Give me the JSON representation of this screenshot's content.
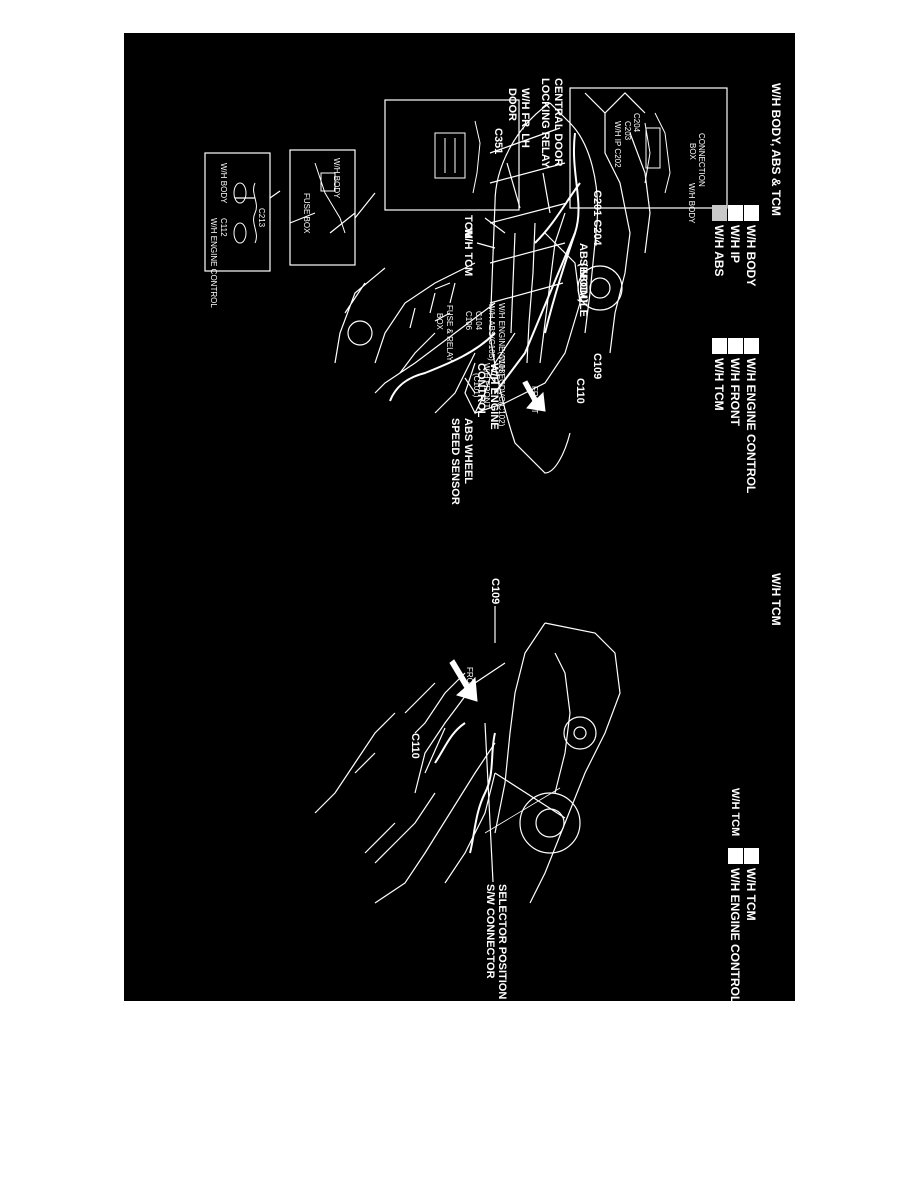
{
  "left_section": {
    "title": "W/H BODY, ABS & TCM",
    "legend": [
      {
        "label": "W/H BODY",
        "swatch": "#ffffff"
      },
      {
        "label": "W/H IP",
        "swatch": "#ffffff"
      },
      {
        "label": "W/H ABS",
        "swatch": "#c8c8c8"
      },
      {
        "label": "W/H ENGINE CONTROL",
        "swatch": "#ffffff"
      },
      {
        "label": "W/H FRONT",
        "swatch": "#ffffff"
      },
      {
        "label": "W/H TCM",
        "swatch": "#ffffff"
      }
    ],
    "callouts": {
      "central_door": "CENTRAL DOOR",
      "locking_relay": "LOCKING RELAY",
      "wh_fr_lh": "W/H FR. LH",
      "door": "DOOR",
      "c351": "C351",
      "c201_c204": "C201 C204",
      "tcm": "TCM",
      "wh_tcm": "W/H TCM",
      "abs_module": "ABS MODULE",
      "ebcm": "(EBCM)",
      "c109": "C109",
      "c110": "C110",
      "wh_engine": "W/H ENGINE",
      "control": "CONTROL",
      "abs_wheel": "ABS WHEEL",
      "speed_sensor": "SPEED SENSOR"
    },
    "inset_connection": {
      "title_1": "CONNECTION",
      "title_2": "BOX",
      "wh_body": "W/H BODY",
      "c204": "C204",
      "c203": "C203",
      "wh_ip_c202": "W/H IP C202"
    },
    "inset_fuse": {
      "wh_body": "W/H BODY",
      "fuse_box": "FUSE BOX"
    },
    "inset_c213": {
      "c213": "C213",
      "wh_body": "W/H BODY",
      "c112": "C112",
      "wh_engine_control": "W/H ENGINE CONTROL"
    },
    "inset_abs": {
      "wh_engine_c103": "W/H ENGINE(C103)",
      "wh_abs_c105": "W/H ABS(C105)",
      "wh_ecdvc": "W/H ECDVC(C102)",
      "c104": "C104",
      "c106": "C106",
      "wh_front": "W/H FRONT",
      "c101": "(C101)",
      "fuse_relay": "FUSE & RELAY",
      "box": "BOX"
    },
    "front_arrow": "FRONT"
  },
  "right_section": {
    "title": "W/H TCM",
    "legend": [
      {
        "label": "W/H TCM",
        "swatch": "#ffffff"
      },
      {
        "label": "W/H ENGINE CONTROL",
        "swatch": "#ffffff"
      }
    ],
    "callouts": {
      "c109": "C109",
      "c110": "C110",
      "wh_tcm": "W/H TCM",
      "selector_1": "SELECTOR POSITION",
      "selector_2": "S/W CONNECTOR"
    },
    "front_arrow": "FRONT"
  }
}
